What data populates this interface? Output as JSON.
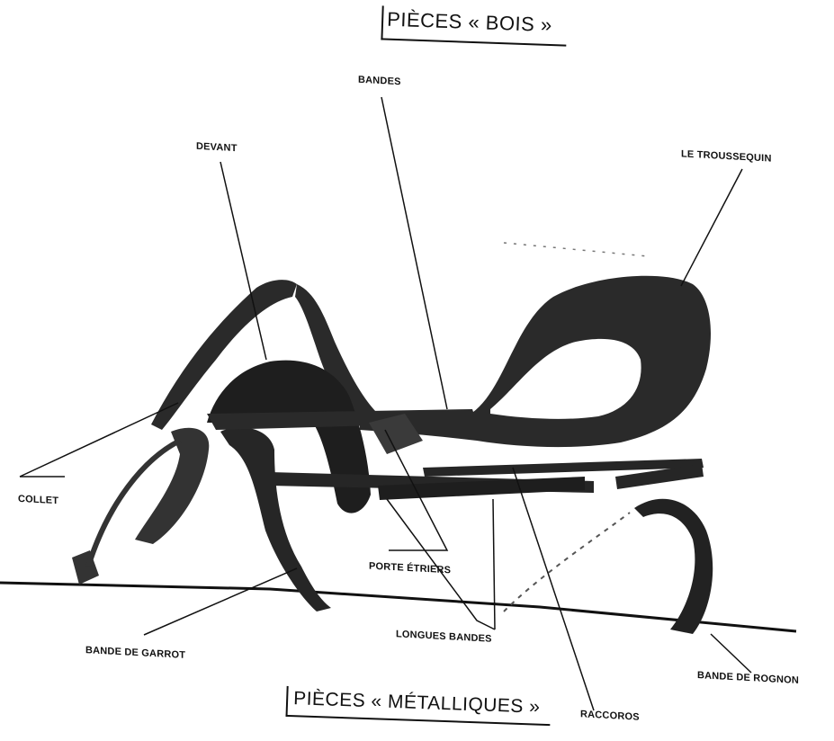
{
  "headings": {
    "top": "PIÈCES « BOIS »",
    "bottom": "PIÈCES « MÉTALLIQUES »"
  },
  "labels": {
    "bandes": "BANDES",
    "devant": "DEVANT",
    "troussequin": "LE TROUSSEQUIN",
    "collet": "COLLET",
    "porte_etriers": "PORTE ÉTRIERS",
    "longues_bandes": "LONGUES BANDES",
    "bande_garrot": "BANDE DE GARROT",
    "bande_rognon": "BANDE DE ROGNON",
    "raccords": "RACCOROS"
  },
  "colors": {
    "ink": "#111111",
    "paper": "#ffffff"
  }
}
